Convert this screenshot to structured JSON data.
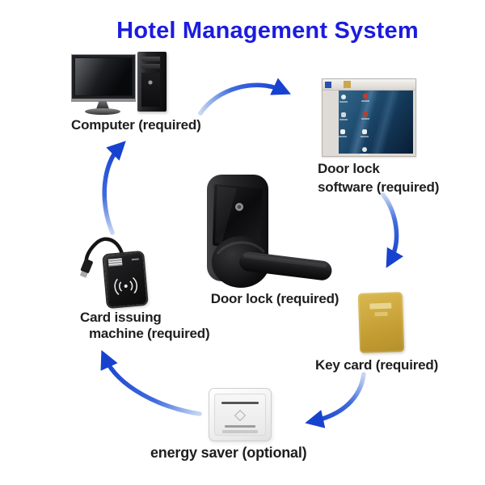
{
  "title": "Hotel Management System",
  "nodes": {
    "computer": {
      "label": "Computer (required)"
    },
    "software": {
      "label_line1": "Door lock",
      "label_line2": "software (required)"
    },
    "door_lock": {
      "label": "Door lock (required)"
    },
    "card_machine": {
      "label_line1": "Card issuing",
      "label_line2": "machine (required)"
    },
    "key_card": {
      "label": "Key card (required)"
    },
    "energy_saver": {
      "label": "energy saver (optional)"
    }
  },
  "flow": [
    {
      "from": "computer",
      "to": "software"
    },
    {
      "from": "software",
      "to": "key_card"
    },
    {
      "from": "key_card",
      "to": "energy_saver"
    },
    {
      "from": "energy_saver",
      "to": "card_machine"
    },
    {
      "from": "card_machine",
      "to": "computer"
    }
  ],
  "colors": {
    "title_text": "#1b1be0",
    "label_text": "#1e1e1e",
    "arrow_blue_head": "#1742cf",
    "arrow_blue_tail": "#c9d7f3",
    "key_card_gold": "#c7a136",
    "software_desktop_blue": "#1e4a6d"
  },
  "icons": {
    "computer": "desktop-computer-icon",
    "software": "software-window-icon",
    "door_lock": "door-lock-handle-icon",
    "card_machine": "rfid-card-reader-icon",
    "key_card": "key-card-icon",
    "energy_saver": "energy-saver-switch-icon"
  }
}
